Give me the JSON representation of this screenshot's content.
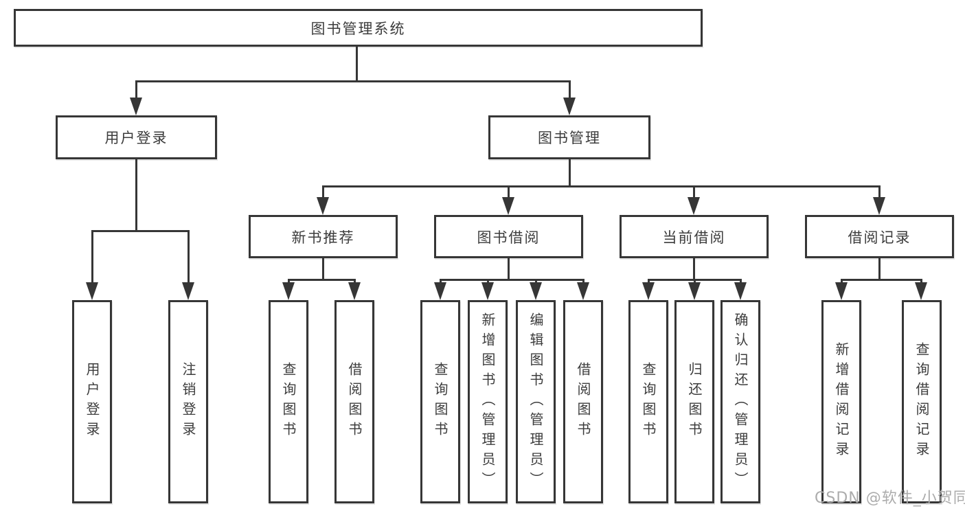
{
  "tree": {
    "root": {
      "label": "图书管理系统"
    },
    "branches": [
      {
        "label": "用户登录",
        "children": [
          "用户登录",
          "注销登录"
        ]
      },
      {
        "label": "图书管理",
        "groups": [
          {
            "label": "新书推荐",
            "children": [
              "查询图书",
              "借阅图书"
            ]
          },
          {
            "label": "图书借阅",
            "children": [
              "查询图书",
              "新增图书（管理员）",
              "编辑图书（管理员）",
              "借阅图书"
            ]
          },
          {
            "label": "当前借阅",
            "children": [
              "查询图书",
              "归还图书",
              "确认归还（管理员）"
            ]
          },
          {
            "label": "借阅记录",
            "children": [
              "新增借阅记录",
              "查询借阅记录"
            ]
          }
        ]
      }
    ]
  },
  "watermark": "CSDN @软件_小贺同学",
  "colors": {
    "line": "#363636",
    "box_background": "#ffffff",
    "text": "#3c3c3c",
    "watermark": "#acacac"
  }
}
